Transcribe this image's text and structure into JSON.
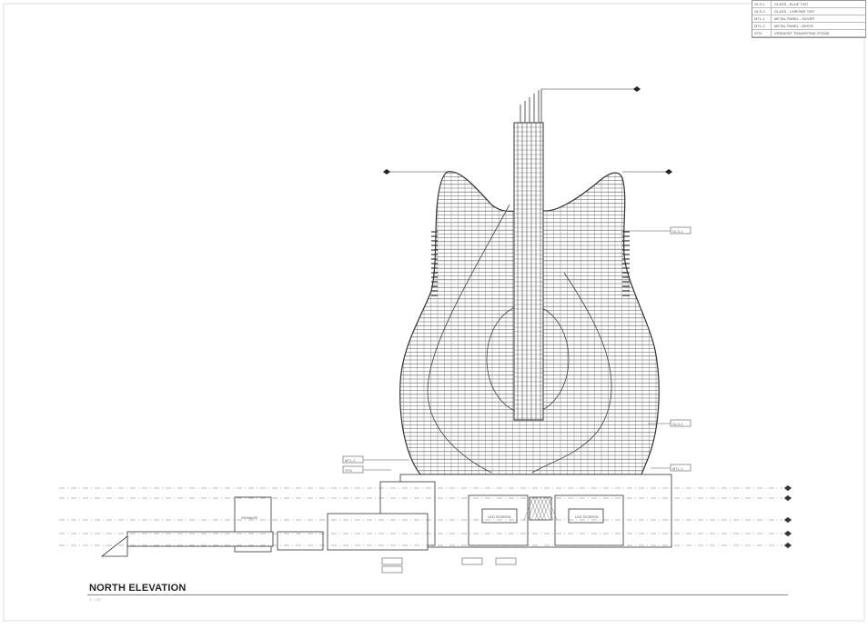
{
  "sheet": {
    "title": "NORTH ELEVATION",
    "scale": "1\" = 40'",
    "legend": [
      {
        "code": "GLS-1",
        "description": "GLASS - BLUE TINT"
      },
      {
        "code": "GLS-2",
        "description": "GLASS - CHROME TINT"
      },
      {
        "code": "MTL-1",
        "description": "METAL PANEL - SILVER"
      },
      {
        "code": "MTL-2",
        "description": "METAL PANEL - WHITE"
      },
      {
        "code": "STN",
        "description": "VERMONT TRAVERTINE STONE"
      }
    ],
    "labels": {
      "signage": "SIGNAGE",
      "led_screen_1": "LED SCREEN",
      "led_screen_2": "LED SCREEN",
      "tag_gls1": "GLS-1",
      "tag_gls2": "GLS-2",
      "tag_stn": "STN",
      "tag_mtl1": "MTL-1",
      "tag_mtl2": "MTL-2"
    }
  }
}
